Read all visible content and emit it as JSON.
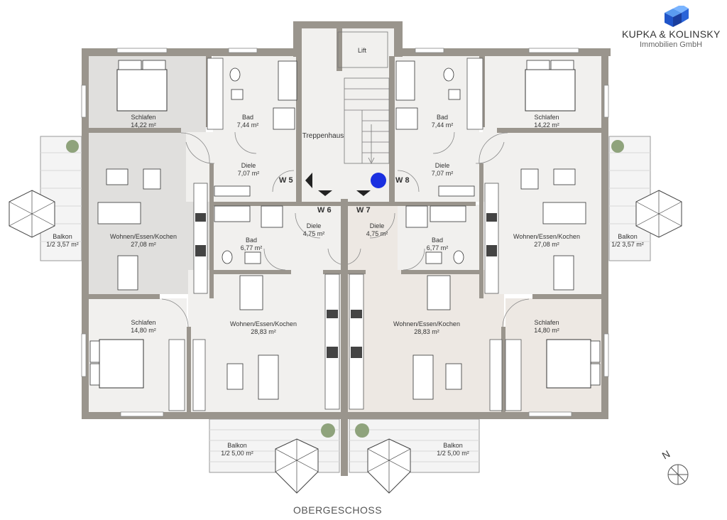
{
  "brand": {
    "name": "KUPKA & KOLINSKY",
    "subtitle": "Immobilien GmbH",
    "accent": "#1f5fd6"
  },
  "floor_title": "OBERGESCHOSS",
  "compass": {
    "label": "N"
  },
  "units": [
    "W 5",
    "W 6",
    "W 7",
    "W 8"
  ],
  "rooms": {
    "lift": "Lift",
    "stair": "Treppenhaus",
    "w5_schlafen_a": {
      "name": "Schlafen",
      "area": "14,22 m²"
    },
    "w5_bad": {
      "name": "Bad",
      "area": "7,44 m²"
    },
    "w5_diele": {
      "name": "Diele",
      "area": "7,07 m²"
    },
    "w5_wohnen": {
      "name": "Wohnen/Essen/Kochen",
      "area": "27,08 m²"
    },
    "w5_balkon": {
      "name": "Balkon",
      "area": "1/2 3,57 m²"
    },
    "w6_diele": {
      "name": "Diele",
      "area": "4,75 m²"
    },
    "w6_bad": {
      "name": "Bad",
      "area": "6,77 m²"
    },
    "w6_schlafen": {
      "name": "Schlafen",
      "area": "14,80 m²"
    },
    "w6_wohnen": {
      "name": "Wohnen/Essen/Kochen",
      "area": "28,83 m²"
    },
    "w6_balkon": {
      "name": "Balkon",
      "area": "1/2 5,00 m²"
    },
    "w7_diele": {
      "name": "Diele",
      "area": "4,75 m²"
    },
    "w7_bad": {
      "name": "Bad",
      "area": "6,77 m²"
    },
    "w7_wohnen": {
      "name": "Wohnen/Essen/Kochen",
      "area": "28,83 m²"
    },
    "w7_schlafen": {
      "name": "Schlafen",
      "area": "14,80 m²"
    },
    "w7_balkon": {
      "name": "Balkon",
      "area": "1/2 5,00 m²"
    },
    "w8_bad": {
      "name": "Bad",
      "area": "7,44 m²"
    },
    "w8_schlafen": {
      "name": "Schlafen",
      "area": "14,22 m²"
    },
    "w8_diele": {
      "name": "Diele",
      "area": "7,07 m²"
    },
    "w8_wohnen": {
      "name": "Wohnen/Essen/Kochen",
      "area": "27,08 m²"
    },
    "w8_balkon": {
      "name": "Balkon",
      "area": "1/2 3,57 m²"
    }
  },
  "colors": {
    "wall": "#9a958d",
    "floor_light": "#f1f0ee",
    "floor_gray": "#e0dfdd",
    "floor_beige": "#ede8e3",
    "marker": "#1a2fe0"
  }
}
